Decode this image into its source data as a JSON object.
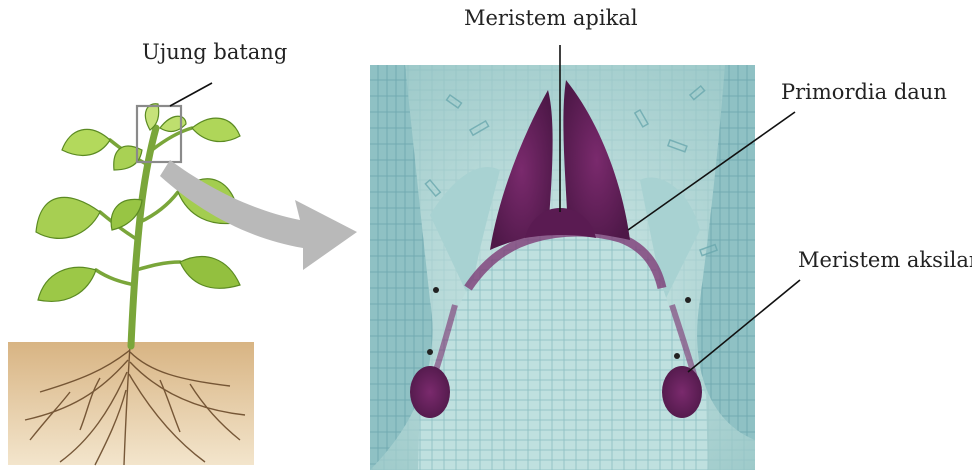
{
  "labels": {
    "shoot_tip": "Ujung batang",
    "apical_meristem": "Meristem apikal",
    "leaf_primordia": "Primordia daun",
    "axillary_meristem": "Meristem aksilar"
  },
  "colors": {
    "soil": "#d9b98a",
    "leaf": "#8fbf3a",
    "tissue": "#bfe0e0",
    "meristem": "#6b1f5e",
    "arrow": "#b8b8b8",
    "leader_line": "#111111"
  }
}
